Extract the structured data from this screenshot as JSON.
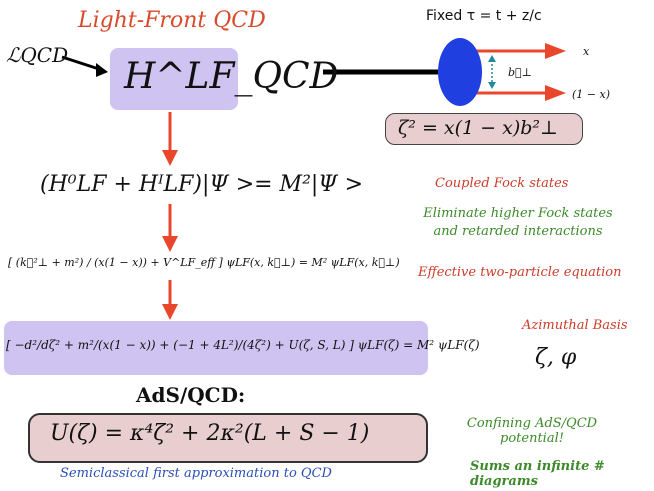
{
  "title": "Light-Front QCD",
  "lagrangian": "ℒQCD",
  "hamiltonian": "H^LF_QCD",
  "fixed_tau": "Fixed τ = t + z/c",
  "diagram": {
    "x_label": "x",
    "b_perp_label": "b⃗⊥",
    "one_minus_x_label": "(1 − x)"
  },
  "zeta_eq": "ζ² = x(1 − x)b²⊥",
  "eq1": "(H⁰LF + HᴵLF)|Ψ >= M²|Ψ >",
  "eq2": "[ (k⃗²⊥ + m²) / (x(1 − x)) + V^LF_eff ] ψLF(x, k⃗⊥) = M² ψLF(x, k⃗⊥)",
  "eq3": "[ −d²/dζ² + m²/(x(1 − x)) + (−1 + 4L²)/(4ζ²) + U(ζ, S, L) ] ψLF(ζ) = M² ψLF(ζ)",
  "labels": {
    "coupled": "Coupled Fock states",
    "eliminate_1": "Eliminate higher Fock states",
    "eliminate_2": "and retarded interactions",
    "effective": "Effective two-particle equation",
    "azimuthal": "Azimuthal  Basis",
    "zeta_phi": "ζ, φ",
    "adsqcd": "AdS/QCD:",
    "confining_1": "Confining AdS/QCD",
    "confining_2": "potential!",
    "sums": "Sums an infinite # diagrams",
    "semiclassical": "Semiclassical first approximation to QCD"
  },
  "u_eq": "U(ζ) = κ⁴ζ² + 2κ²(L + S − 1)",
  "colors": {
    "accent_red": "#e8472c",
    "box_purple": "#cfc3f2",
    "box_pink": "#e8cece",
    "ellipse_blue": "#1f3fe0",
    "green_text": "#3c8a2a",
    "blue_text": "#2a4fb8"
  }
}
